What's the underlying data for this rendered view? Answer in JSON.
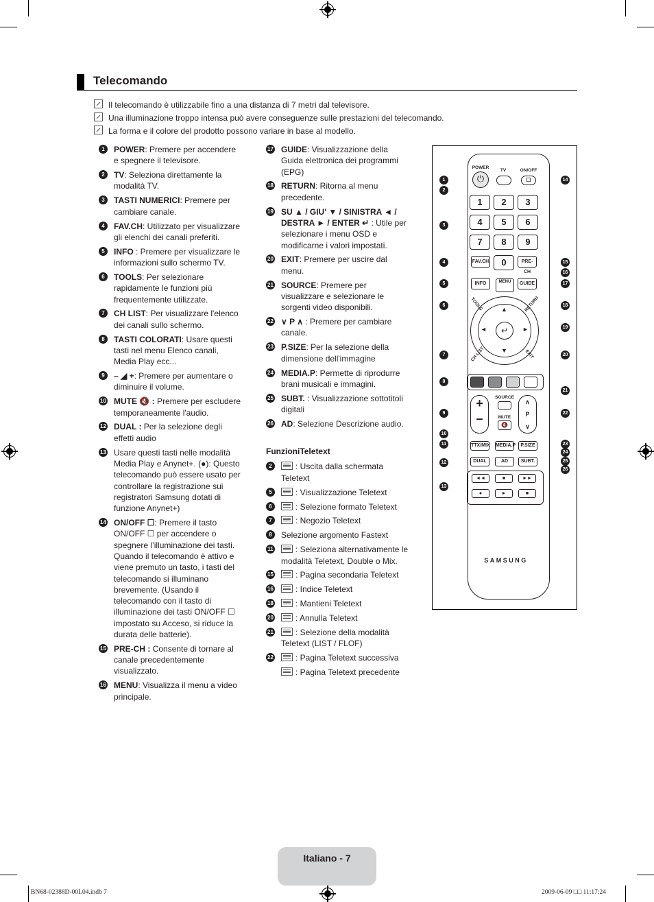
{
  "heading": "Telecomando",
  "notes": [
    "Il telecomando è utilizzabile fino a una distanza di 7 metri dal televisore.",
    "Una illuminazione troppo intensa può avere conseguenze sulle prestazioni del telecomando.",
    "La forma e il colore del prodotto possono variare in base al modello."
  ],
  "left_items": [
    {
      "n": "1",
      "key": "POWER",
      "text": ": Premere per accendere e spegnere il televisore."
    },
    {
      "n": "2",
      "key": "TV",
      "text": ": Seleziona direttamente la modalità TV."
    },
    {
      "n": "3",
      "key": "TASTI NUMERICI",
      "text": ":  Premere per cambiare canale."
    },
    {
      "n": "4",
      "key": "FAV.CH",
      "text": ": Utilizzato per visualizzare gli elenchi dei canali preferiti."
    },
    {
      "n": "5",
      "key": "INFO",
      "text": " : Premere per visualizzare le informazioni sullo schermo TV."
    },
    {
      "n": "6",
      "key": "TOOLS",
      "text": ": Per selezionare rapidamente le funzioni più frequentemente utilizzate."
    },
    {
      "n": "7",
      "key": "CH LIST",
      "text": ": Per visualizzare l'elenco dei canali sullo schermo."
    },
    {
      "n": "8",
      "key": "TASTI COLORATI",
      "text": ": Usare questi tasti nel menu Elenco canali, Media Play ecc..."
    },
    {
      "n": "9",
      "key": "– ◢ +",
      "text": ": Premere per aumentare o diminuire il volume."
    },
    {
      "n": "10",
      "key": "MUTE 🔇 :",
      "text": " Premere per escludere temporaneamente l'audio."
    },
    {
      "n": "12",
      "key": "DUAL :",
      "text": " Per la selezione degli effetti audio"
    },
    {
      "n": "13",
      "key": "",
      "text": "Usare questi tasti nelle modalità Media Play e Anynet+. (●): Questo telecomando può essere usato per controllare la registrazione sui registratori Samsung dotati di funzione Anynet+)"
    },
    {
      "n": "14",
      "key": "ON/OFF ☐",
      "text": ": Premere il tasto ON/OFF ☐ per accendere o spegnere l’illuminazione dei tasti. Quando il telecomando è attivo e viene premuto un tasto, i tasti del telecomando si illuminano brevemente. (Usando il telecomando con il tasto di illuminazione dei tasti ON/OFF ☐ impostato su Acceso, si riduce la durata delle batterie)."
    },
    {
      "n": "15",
      "key": "PRE-CH :",
      "text": " Consente di tornare al canale precedentemente visualizzato."
    },
    {
      "n": "16",
      "key": "MENU",
      "text": ": Visualizza il menu a video principale."
    }
  ],
  "right_items": [
    {
      "n": "17",
      "key": "GUIDE",
      "text": ": Visualizzazione della Guida elettronica dei programmi (EPG)"
    },
    {
      "n": "18",
      "key": "RETURN",
      "text": ": Ritorna al menu precedente."
    },
    {
      "n": "19",
      "key": "SU ▲ / GIU' ▼ / SINISTRA ◄ / DESTRA ► /  ENTER ↵",
      "text": " : Utile per selezionare i menu OSD e modificarne i valori impostati."
    },
    {
      "n": "20",
      "key": "EXIT",
      "text": ": Premere per uscire dal menu."
    },
    {
      "n": "21",
      "key": "SOURCE",
      "text": ": Premere per visualizzare e selezionare le sorgenti video disponibili."
    },
    {
      "n": "22",
      "key": "∨ P ∧",
      "text": " : Premere per cambiare canale."
    },
    {
      "n": "23",
      "key": "P.SIZE",
      "text": ": Per la selezione della dimensione dell'immagine"
    },
    {
      "n": "24",
      "key": "MEDIA.P",
      "text": ": Permette di riprodurre brani musicali e immagini."
    },
    {
      "n": "25",
      "key": "SUBT.",
      "text": " : Visualizzazione sottotitoli digitali"
    },
    {
      "n": "26",
      "key": "AD",
      "text": ": Selezione Descrizione audio."
    }
  ],
  "teletext_heading": "FunzioniTeletext",
  "teletext_items": [
    {
      "n": "2",
      "text": ": Uscita dalla schermata Teletext"
    },
    {
      "n": "5",
      "text": ": Visualizzazione Teletext"
    },
    {
      "n": "6",
      "text": ": Selezione formato Teletext"
    },
    {
      "n": "7",
      "text": ": Negozio Teletext"
    },
    {
      "n": "8",
      "text": "Selezione argomento Fastext"
    },
    {
      "n": "11",
      "text": ": Seleziona alternativamente le modalità Teletext, Double o Mix."
    },
    {
      "n": "15",
      "text": ": Pagina secondaria Teletext"
    },
    {
      "n": "16",
      "text": ": Indice Teletext"
    },
    {
      "n": "18",
      "text": ": Mantieni Teletext"
    },
    {
      "n": "20",
      "text": ": Annulla Teletext"
    },
    {
      "n": "21",
      "text": ": Selezione della modalità Teletext (LIST / FLOF)"
    },
    {
      "n": "22",
      "text": ": Pagina Teletext successiva"
    },
    {
      "n": "",
      "text": ": Pagina Teletext precedente"
    }
  ],
  "remote": {
    "power": "POWER",
    "tv": "TV",
    "onoff": "ON/OFF",
    "digits": [
      "1",
      "2",
      "3",
      "4",
      "5",
      "6",
      "7",
      "8",
      "9",
      "0"
    ],
    "favch": "FAV.CH",
    "prech": "PRE-CH",
    "info": "INFO",
    "menu": "MENU",
    "guide": "GUIDE",
    "tools": "TOOLS",
    "return": "RETURN",
    "chlist": "CH LIST",
    "exit": "EXIT",
    "source": "SOURCE",
    "mute": "MUTE",
    "p": "P",
    "ttxmix": "TTX/MIX",
    "mediap": "MEDIA.P",
    "psize": "P.SIZE",
    "dual": "DUAL",
    "ad": "AD",
    "subt": "SUBT.",
    "brand": "SAMSUNG",
    "color_keys": [
      "#4d4d4f",
      "#8a8b8d",
      "#d1d2d4",
      "#ffffff"
    ]
  },
  "footer": {
    "page": "Italiano - 7",
    "file": "BN68-02388D-00L04.indb   7",
    "date": "2009-06-09   □□ 11:17:24"
  }
}
